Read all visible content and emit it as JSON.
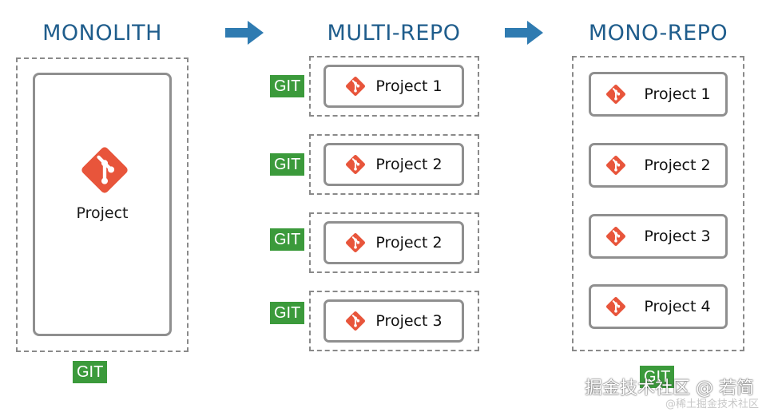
{
  "columns": {
    "monolith": {
      "title": "MONOLITH",
      "project_label": "Project",
      "git_label": "GIT"
    },
    "multi_repo": {
      "title": "MULTI-REPO",
      "repos": [
        {
          "git_label": "GIT",
          "project_label": "Project 1"
        },
        {
          "git_label": "GIT",
          "project_label": "Project 2"
        },
        {
          "git_label": "GIT",
          "project_label": "Project 2"
        },
        {
          "git_label": "GIT",
          "project_label": "Project 3"
        }
      ]
    },
    "mono_repo": {
      "title": "MONO-REPO",
      "projects": [
        "Project 1",
        "Project 2",
        "Project 3",
        "Project 4"
      ],
      "git_label": "GIT"
    }
  },
  "watermark": {
    "main": "掘金技术社区 @ 若简",
    "sub": "@稀土掘金技术社区"
  },
  "colors": {
    "title": "#1f5d8c",
    "arrow": "#2f7bb1",
    "git_badge": "#3b9a3b",
    "git_logo": "#e8553b"
  },
  "icons": [
    "git-logo-icon",
    "arrow-right-icon"
  ]
}
